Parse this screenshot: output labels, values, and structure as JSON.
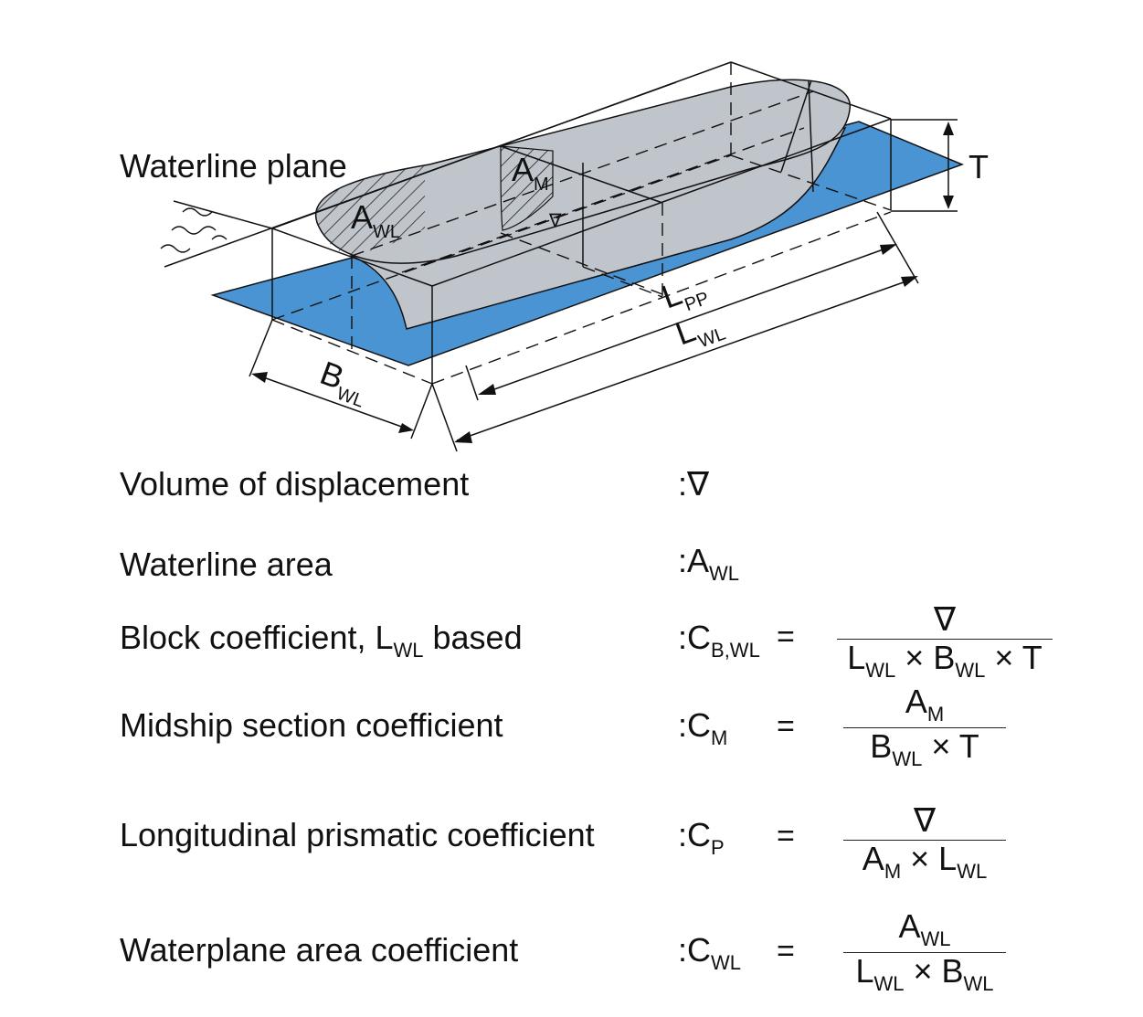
{
  "colors": {
    "water": "#4a94d3",
    "hull": "#c0c4cb",
    "line": "#111111"
  },
  "diagram": {
    "waterline_plane": "Waterline plane",
    "a_wl": {
      "base": "A",
      "sub": "WL"
    },
    "a_m": {
      "base": "A",
      "sub": "M"
    },
    "displacement_symbol": "∇",
    "t": "T",
    "l_pp": {
      "base": "L",
      "sub": "PP"
    },
    "l_wl": {
      "base": "L",
      "sub": "WL"
    },
    "b_wl": {
      "base": "B",
      "sub": "WL"
    }
  },
  "definitions": [
    {
      "label": "Volume of displacement",
      "symbol": "∇"
    },
    {
      "label": "Waterline area",
      "symbol": "A",
      "symbol_sub": "WL"
    },
    {
      "label_pre": "Block coefficient, L",
      "label_sub": "WL",
      "label_post": " based",
      "symbol": "C",
      "symbol_sub": "B,WL",
      "eq": "=",
      "num": "∇",
      "den": [
        "L",
        "WL",
        " × B",
        "WL",
        " × T"
      ]
    },
    {
      "label": "Midship section coefficient",
      "symbol": "C",
      "symbol_sub": "M",
      "eq": "=",
      "num": [
        "A",
        "M"
      ],
      "den": [
        "B",
        "WL",
        " × T"
      ]
    },
    {
      "label": "Longitudinal prismatic coefficient",
      "symbol": "C",
      "symbol_sub": "P",
      "eq": "=",
      "num": "∇",
      "den": [
        "A",
        "M",
        " × L",
        "WL"
      ]
    },
    {
      "label": "Waterplane area coefficient",
      "symbol": "C",
      "symbol_sub": "WL",
      "eq": "=",
      "num": [
        "A",
        "WL"
      ],
      "den": [
        "L",
        "WL",
        " × B",
        "WL"
      ]
    }
  ]
}
